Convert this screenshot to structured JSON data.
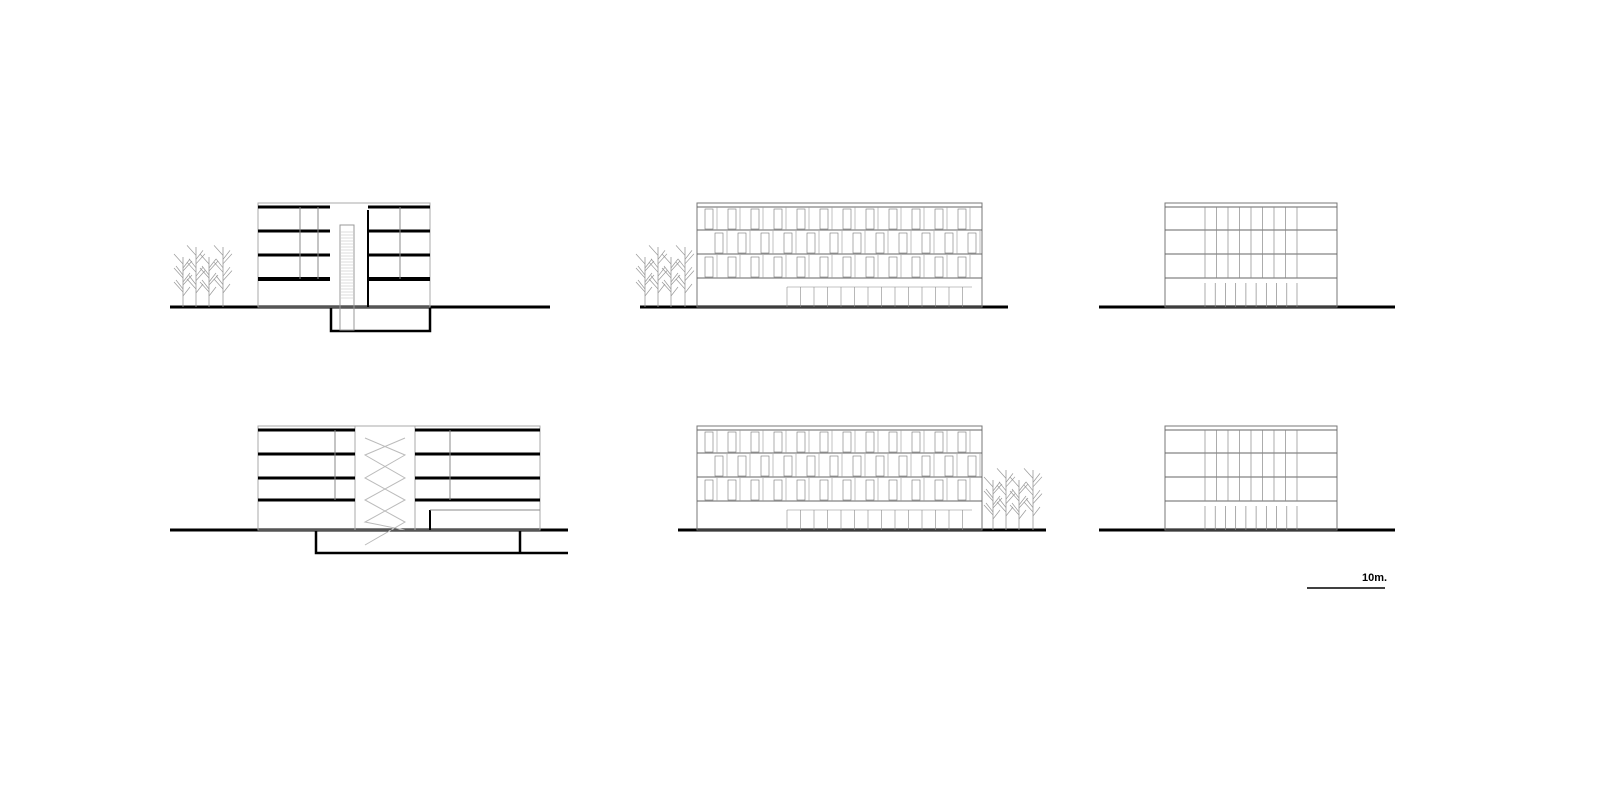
{
  "scale_bar": {
    "label": "10m."
  },
  "drawings": [
    {
      "kind": "section",
      "floors": 4
    },
    {
      "kind": "section",
      "floors": 4
    },
    {
      "kind": "elevation",
      "floors": 4
    },
    {
      "kind": "elevation",
      "floors": 4
    },
    {
      "kind": "elevation",
      "floors": 4
    },
    {
      "kind": "elevation",
      "floors": 4
    }
  ],
  "colors": {
    "line": "#000000",
    "thin": "#888888"
  }
}
